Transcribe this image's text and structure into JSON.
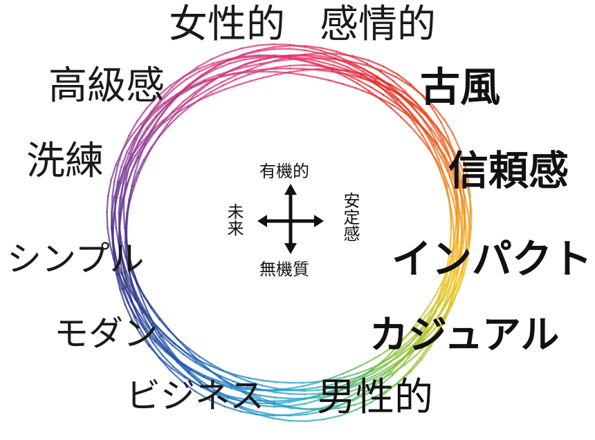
{
  "diagram": {
    "labels": {
      "feminine": "女性的",
      "emotional": "感情的",
      "classic": "古風",
      "trust": "信頼感",
      "impact": "インパクト",
      "casual": "カジュアル",
      "masculine": "男性的",
      "business": "ビジネス",
      "modern": "モダン",
      "simple": "シンプル",
      "refined": "洗練",
      "luxury": "高級感"
    },
    "axes": {
      "top": "有機的",
      "bottom": "無機質",
      "left": "未来",
      "right": "安定感"
    },
    "ring_colors": [
      "#e8306f",
      "#e6261f",
      "#f07a1a",
      "#f2c21b",
      "#7cc23a",
      "#1fa2d0",
      "#1f5db0",
      "#2a2f82",
      "#7a3a9a",
      "#c8367e"
    ]
  }
}
